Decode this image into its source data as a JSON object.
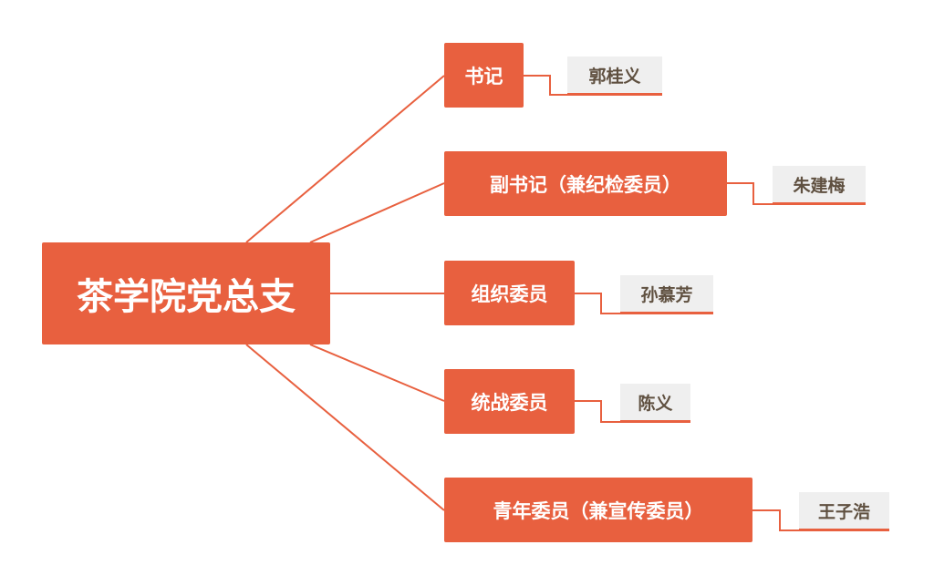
{
  "root": {
    "label": "茶学院党总支"
  },
  "branches": [
    {
      "role": "书记",
      "person": "郭桂义"
    },
    {
      "role": "副书记（兼纪检委员）",
      "person": "朱建梅"
    },
    {
      "role": "组织委员",
      "person": "孙慕芳"
    },
    {
      "role": "统战委员",
      "person": "陈义"
    },
    {
      "role": "青年委员（兼宣传委员）",
      "person": "王子浩"
    }
  ],
  "colors": {
    "accent": "#e8603f",
    "name_bg": "#efefef",
    "name_text": "#5f5040"
  }
}
